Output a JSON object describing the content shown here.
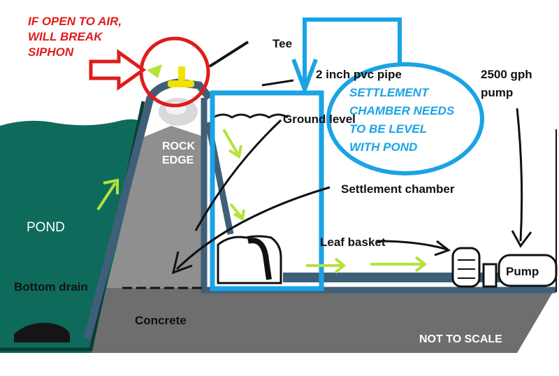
{
  "labels": {
    "warning": [
      "IF OPEN TO AIR,",
      "WILL BREAK",
      "SIPHON"
    ],
    "tee": "Tee",
    "pipe": "2 inch pvc pipe",
    "pump_rating": [
      "2500 gph",
      "pump"
    ],
    "settlement_note": [
      "SETTLEMENT",
      "CHAMBER NEEDS",
      "TO BE LEVEL",
      "WITH POND"
    ],
    "ground_level": "Ground level",
    "rock_edge": [
      "ROCK",
      "EDGE"
    ],
    "settlement_chamber": "Settlement chamber",
    "pond": "POND",
    "leaf_basket": "Leaf basket",
    "pump": "Pump",
    "bottom_drain": "Bottom drain",
    "concrete": "Concrete",
    "not_to_scale": "NOT TO SCALE"
  },
  "colors": {
    "pond_water": "#0e6b5c",
    "ground": "#8c8c8c",
    "concrete": "#6e6e6e",
    "pipe": "#3f5f78",
    "highlight_blue": "#1aa3e6",
    "warning_red": "#e01b1b",
    "flow_green": "#b6e23a",
    "tee_yellow": "#f2e200"
  }
}
